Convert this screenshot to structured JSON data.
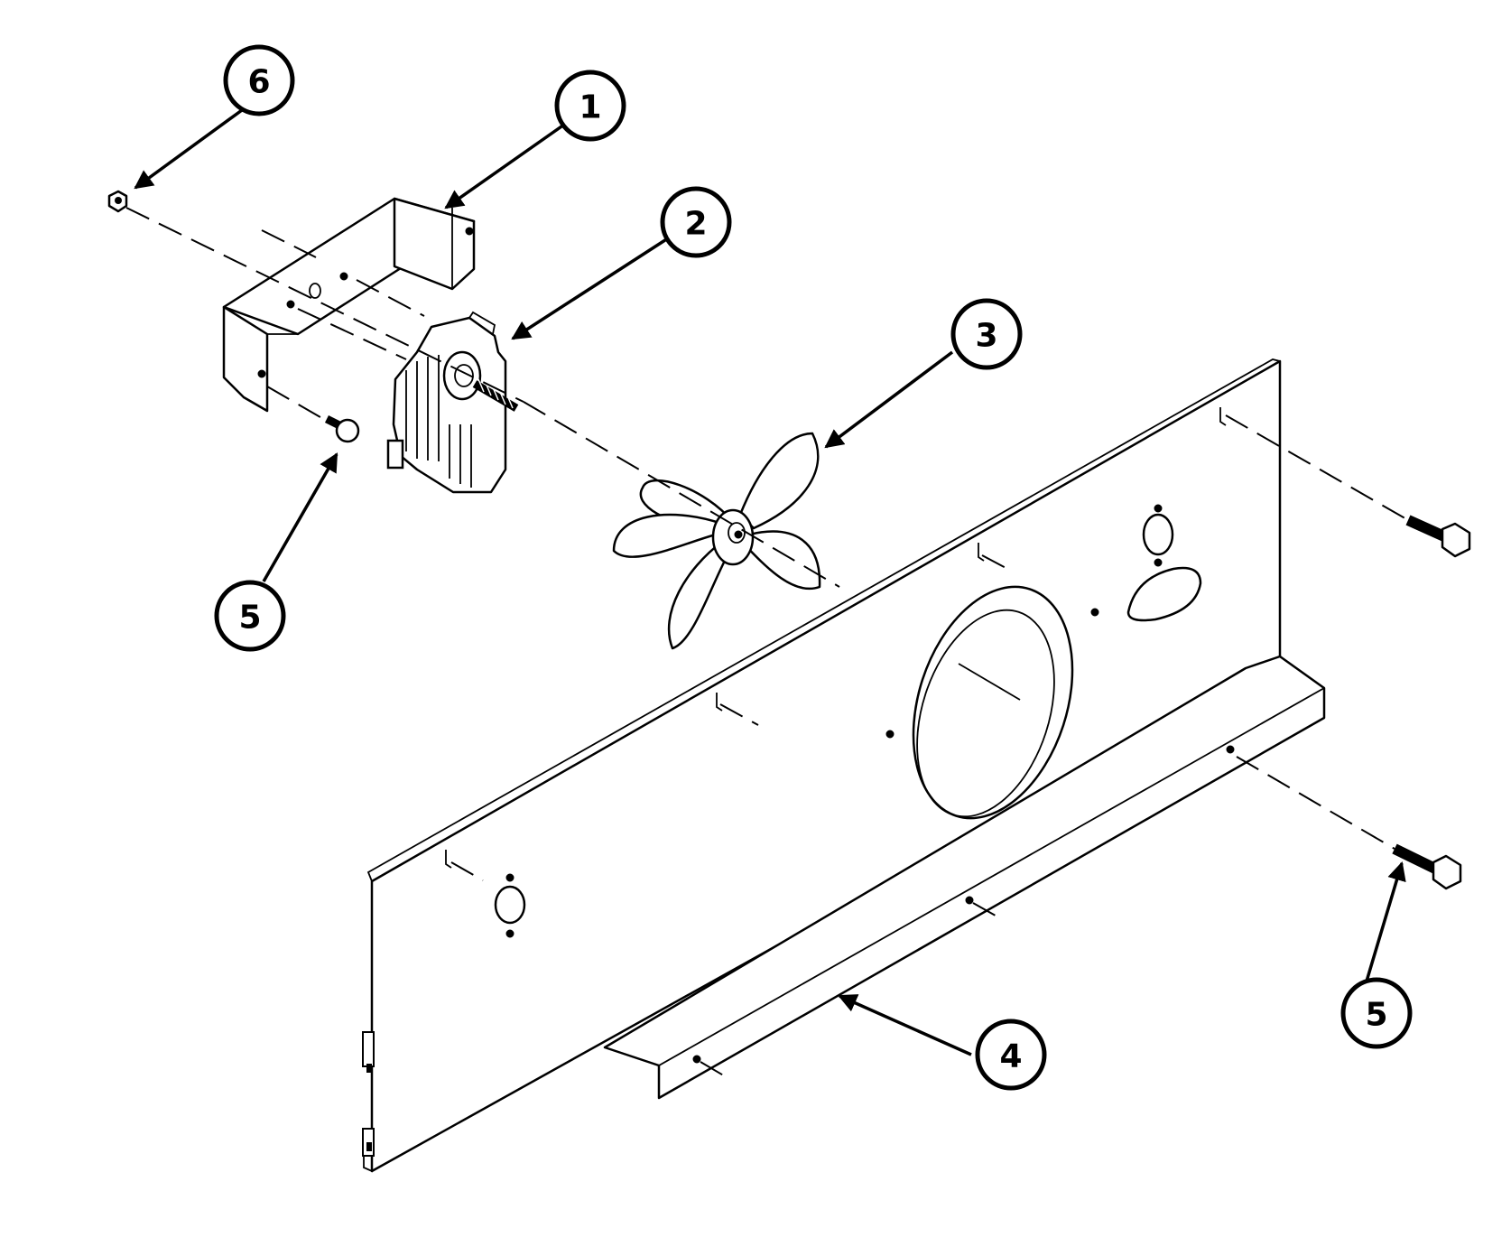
{
  "diagram": {
    "callouts": [
      {
        "id": "c6",
        "label": "6"
      },
      {
        "id": "c1",
        "label": "1"
      },
      {
        "id": "c2",
        "label": "2"
      },
      {
        "id": "c3",
        "label": "3"
      },
      {
        "id": "c5a",
        "label": "5"
      },
      {
        "id": "c4",
        "label": "4"
      },
      {
        "id": "c5b",
        "label": "5"
      }
    ]
  }
}
